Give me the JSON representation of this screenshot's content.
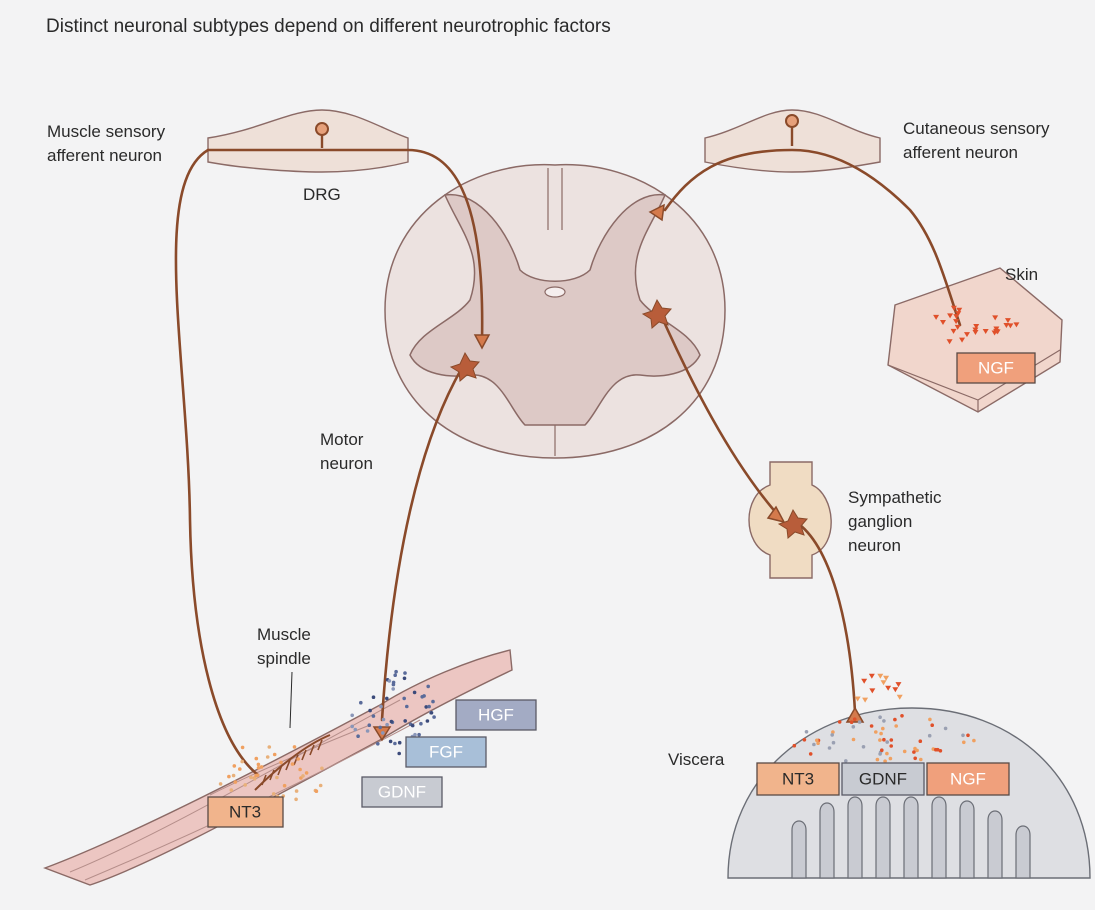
{
  "title": "Distinct neuronal subtypes depend on different neurotrophic factors",
  "labels": {
    "muscle_sensory_1": "Muscle sensory",
    "muscle_sensory_2": "afferent neuron",
    "drg": "DRG",
    "cutaneous_1": "Cutaneous sensory",
    "cutaneous_2": "afferent neuron",
    "skin": "Skin",
    "motor_1": "Motor",
    "motor_2": "neuron",
    "sympathetic_1": "Sympathetic",
    "sympathetic_2": "ganglion",
    "sympathetic_3": "neuron",
    "spindle_1": "Muscle",
    "spindle_2": "spindle",
    "viscera": "Viscera"
  },
  "factors": {
    "nt3_muscle": "NT3",
    "hgf": "HGF",
    "fgf": "FGF",
    "gdnf_muscle": "GDNF",
    "ngf_skin": "NGF",
    "nt3_viscera": "NT3",
    "gdnf_viscera": "GDNF",
    "ngf_viscera": "NGF"
  },
  "colors": {
    "nt3": "#f1b48c",
    "ngf": "#f0a07c",
    "hgf": "#a3abc4",
    "fgf": "#a8bfd8",
    "gdnf": "#c8cbd2",
    "axon": "#8a4a2a",
    "spinal_cord": "#ece2e0",
    "gray_matter": "#ddc9c6"
  }
}
